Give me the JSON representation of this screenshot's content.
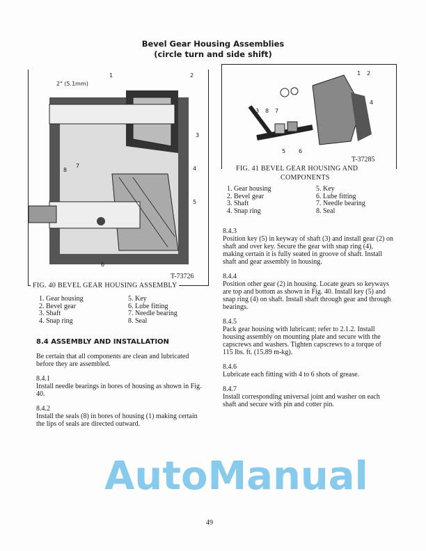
{
  "title": {
    "line1": "Bevel Gear Housing Assemblies",
    "line2": "(circle turn and side shift)"
  },
  "fig40": {
    "caption": "FIG. 40  BEVEL GEAR HOUSING ASSEMBLY",
    "tnumber": "T-73726",
    "dimension": "2\" (5.1mm)",
    "callouts": [
      "1",
      "2",
      "3",
      "4",
      "5",
      "6",
      "7",
      "8"
    ]
  },
  "fig41": {
    "caption": "FIG. 41  BEVEL GEAR HOUSING AND",
    "caption2": "COMPONENTS",
    "tnumber": "T-37285",
    "callouts": [
      "1",
      "2",
      "3",
      "4",
      "5",
      "6",
      "7",
      "8"
    ]
  },
  "legend": [
    "1. Gear housing",
    "5. Key",
    "2. Bevel gear",
    "6. Lube fitting",
    "3. Shaft",
    "7. Needle bearing",
    "4. Snap ring",
    "8. Seal"
  ],
  "section": {
    "heading": "8.4 ASSEMBLY AND INSTALLATION",
    "intro": "Be certain that all components are clean and lubricated before they are assembled.",
    "steps": [
      {
        "num": "8.4.1",
        "text": "Install needle bearings in bores of housing as shown in Fig. 40."
      },
      {
        "num": "8.4.2",
        "text": "Install the seals (8) in bores of housing (1) making certain the lips of seals are directed outward."
      },
      {
        "num": "8.4.3",
        "text": "Position key (5) in keyway of shaft (3) and install gear (2) on shaft and over key. Secure the gear with snap ring (4), making certain it is fully seated in groove of shaft. Install shaft and gear assembly in housing."
      },
      {
        "num": "8.4.4",
        "text": "Position other gear (2) in housing. Locate gears so keyways are top and bottom as shown in Fig. 40. Install key (5) and snap ring (4) on shaft. Install shaft through gear and through bearings."
      },
      {
        "num": "8.4.5",
        "text": "Pack gear housing with lubricant; refer to 2.1.2. Install housing assembly on mounting plate and secure with the capscrews and washers. Tighten capscrews to a torque of 115 lbs. ft. (15.89 m-kg)."
      },
      {
        "num": "8.4.6",
        "text": "Lubricate each fitting with 4 to 6 shots of grease."
      },
      {
        "num": "8.4.7",
        "text": "Install corresponding universal joint and washer on each shaft and secure with pin and cotter pin."
      }
    ]
  },
  "page_number": "49",
  "watermark": "AutoManual"
}
